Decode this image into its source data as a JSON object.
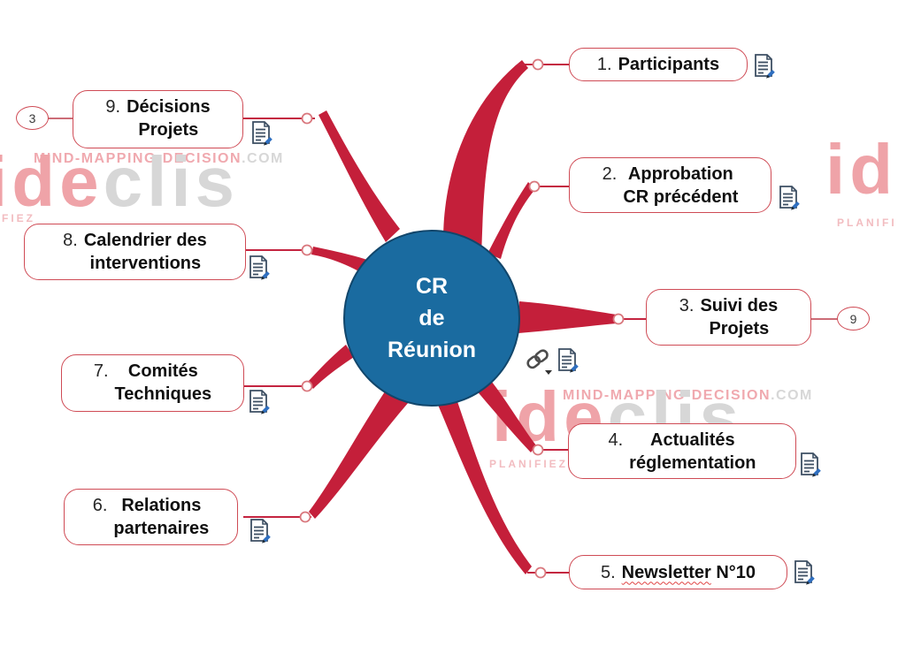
{
  "diagram": {
    "type": "mindmap",
    "center": {
      "label": "CR\nde\nRéunion"
    },
    "nodes": [
      {
        "number": "1.",
        "label": "Participants",
        "has_note": true
      },
      {
        "number": "2.",
        "label": "Approbation\nCR précédent",
        "has_note": true
      },
      {
        "number": "3.",
        "label": "Suivi des\nProjets",
        "badge": "9"
      },
      {
        "number": "4.",
        "label": "Actualités\nréglementation",
        "has_note": true
      },
      {
        "number": "5.",
        "label_wavy": "Newsletter",
        "label_rest": " N°10",
        "has_note": true
      },
      {
        "number": "6.",
        "label": "Relations\npartenaires",
        "has_note": true
      },
      {
        "number": "7.",
        "label": "Comités\nTechniques",
        "has_note": true
      },
      {
        "number": "8.",
        "label": "Calendrier des\ninterventions",
        "has_note": true
      },
      {
        "number": "9.",
        "label": "Décisions\nProjets",
        "badge": "3",
        "has_note": true
      }
    ],
    "center_attachments": {
      "link_icon": "hyperlink-icon",
      "note_icon": "note-edit-icon"
    }
  },
  "icons": {
    "note": "note-edit-icon",
    "link": "hyperlink-icon",
    "collapse_badge": "collapsed-count-badge"
  },
  "watermark": {
    "site_main": "MIND-MAPPING-DECISION",
    "site_tld": ".COM",
    "logo_text": "ideclis",
    "logo_pink": "ide",
    "logo_gray": "clis",
    "logo_edge": "id",
    "tagline_mid": "PLANIFIEZ V",
    "tagline_left_fragment": "FIEZ",
    "tagline_right_fragment": "PLANIFI"
  },
  "colors": {
    "branch_red": "#c41f3a",
    "node_border_red": "#cf4b55",
    "center_blue": "#1a6ba0",
    "watermark_pink": "#efa3a8",
    "watermark_gray": "#d7d7d7",
    "note_icon_slate": "#3d4f63",
    "pencil_blue": "#2f6fc0"
  }
}
